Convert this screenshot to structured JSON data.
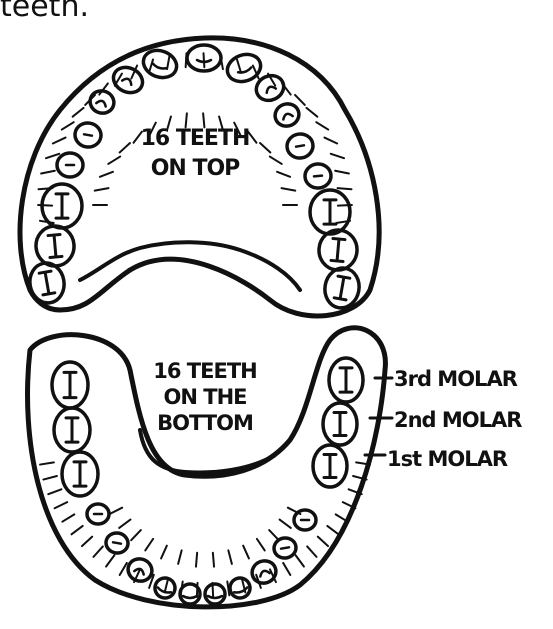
{
  "caption_fragment": "teeth.",
  "upper_jaw": {
    "label_line1": "16 TEETH",
    "label_line2": "ON TOP"
  },
  "lower_jaw": {
    "label_line1": "16 TEETH",
    "label_line2": "ON THE",
    "label_line3": "BOTTOM"
  },
  "molar_labels": {
    "third": "3rd MOLAR",
    "second": "2nd MOLAR",
    "first": "1st MOLAR"
  },
  "colors": {
    "ink": "#111111",
    "background": "#ffffff"
  }
}
